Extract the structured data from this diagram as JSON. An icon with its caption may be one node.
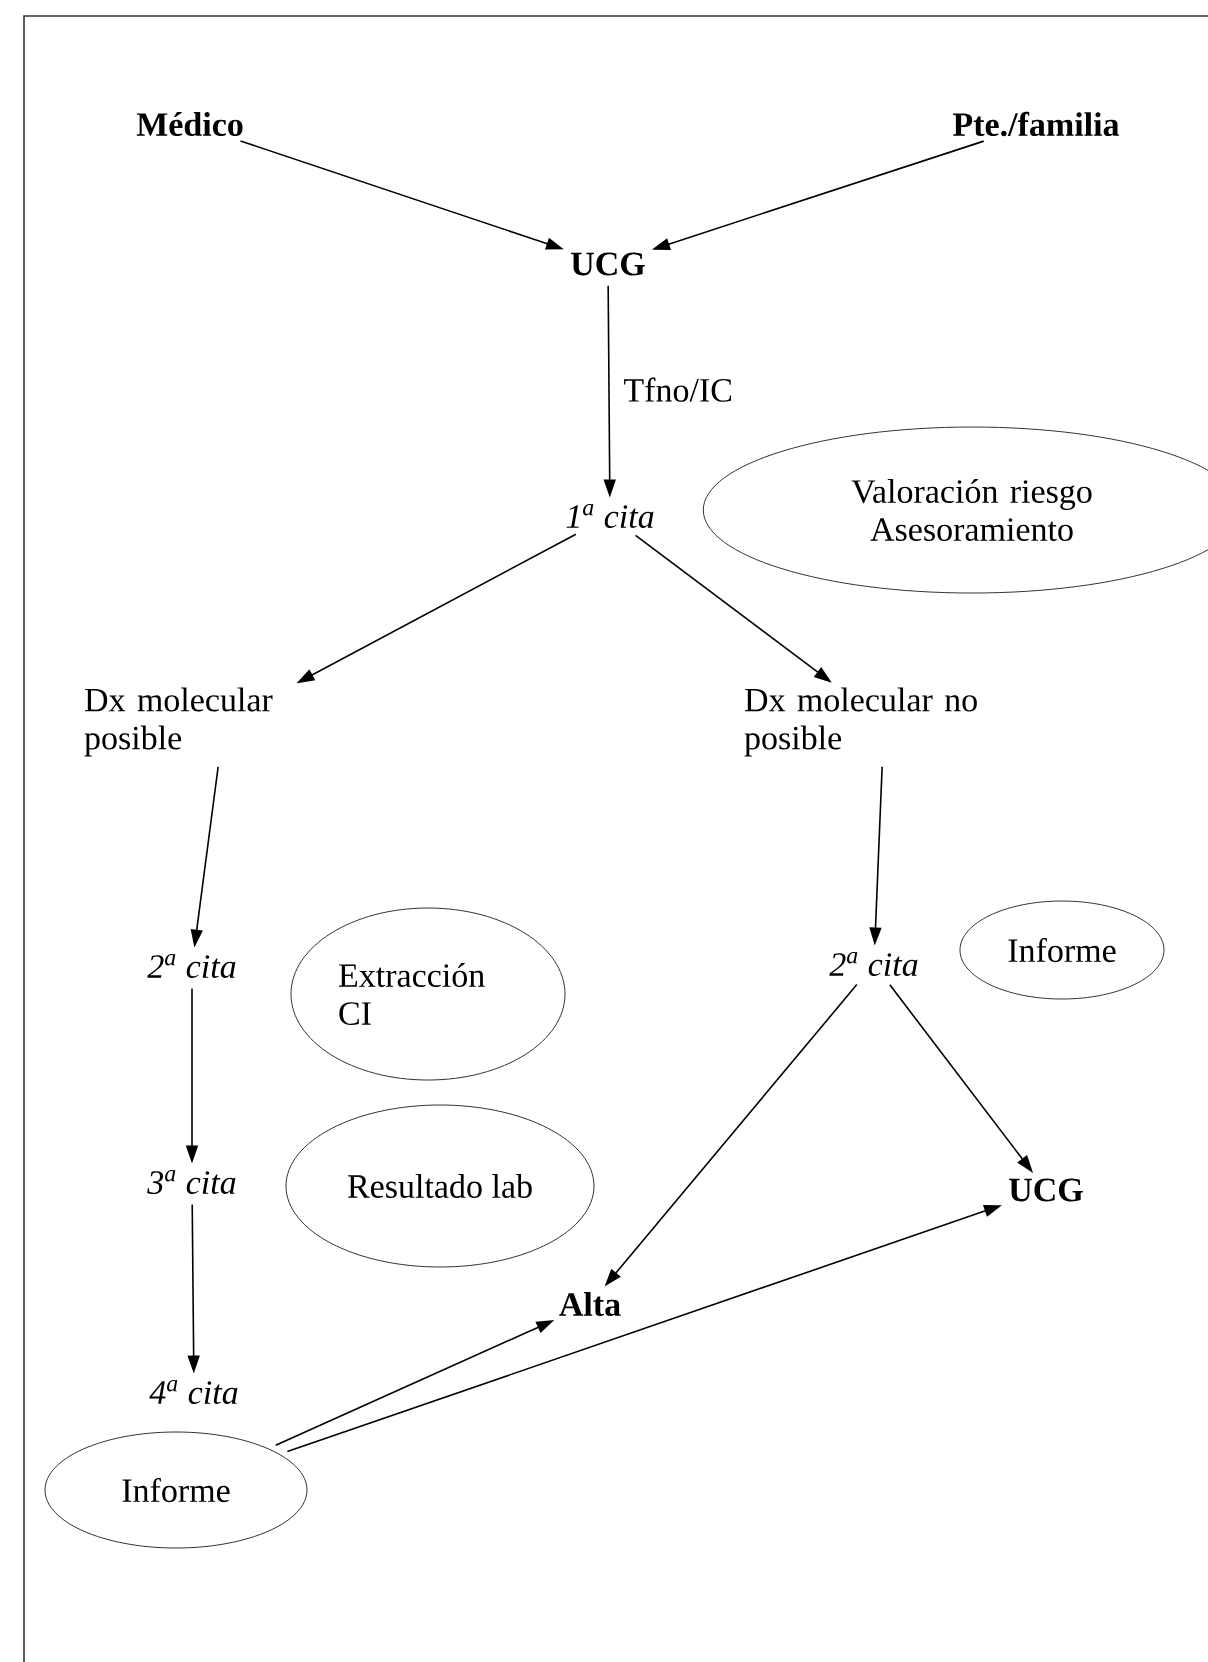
{
  "diagram": {
    "nodes": [
      {
        "text": [
          "Médico"
        ]
      },
      {
        "text": [
          "Pte./familia"
        ]
      },
      {
        "text": [
          "UCG"
        ]
      },
      {
        "text": [
          "1$^{a}$ cita"
        ]
      },
      {
        "text": [
          "Valoración riesgo Asesoramiento"
        ]
      },
      {
        "text": [
          "Dx molecular posible"
        ]
      },
      {
        "text": [
          "Dx molecular no posible"
        ]
      },
      {
        "text": [
          "2$^{a}$ cita"
        ]
      },
      {
        "text": [
          "Extracción CI"
        ]
      },
      {
        "text": [
          "2$^{a}$ cita"
        ]
      },
      {
        "text": [
          "Informe"
        ]
      },
      {
        "text": [
          "3$^{a}$ cita"
        ]
      },
      {
        "text": [
          "Resultado lab"
        ]
      },
      {
        "text": [
          "UCG"
        ]
      },
      {
        "text": [
          "Alta"
        ]
      },
      {
        "text": [
          "4$^{a}$ cita"
        ]
      },
      {
        "text": [
          "Informe"
        ]
      }
    ],
    "edges": [
      {
        "from": 0,
        "to": 2,
        "arrow": "to"
      },
      {
        "from": 1,
        "to": 2,
        "arrow": "to"
      },
      {
        "from": 2,
        "to": 3,
        "arrow": "to",
        "label": "Tfno/IC"
      },
      {
        "from": 3,
        "to": 5,
        "arrow": "to"
      },
      {
        "from": 3,
        "to": 6,
        "arrow": "to"
      },
      {
        "from": 5,
        "to": 7,
        "arrow": "to"
      },
      {
        "from": 6,
        "to": 9,
        "arrow": "to"
      },
      {
        "from": 7,
        "to": 11,
        "arrow": "to"
      },
      {
        "from": 11,
        "to": 15,
        "arrow": "to"
      },
      {
        "from": 9,
        "to": 14,
        "arrow": "to"
      },
      {
        "from": 9,
        "to": 13,
        "arrow": "to"
      },
      {
        "from": 16,
        "to": 14,
        "arrow": "to"
      },
      {
        "from": 16,
        "to": 13,
        "arrow": "to"
      }
    ]
  }
}
